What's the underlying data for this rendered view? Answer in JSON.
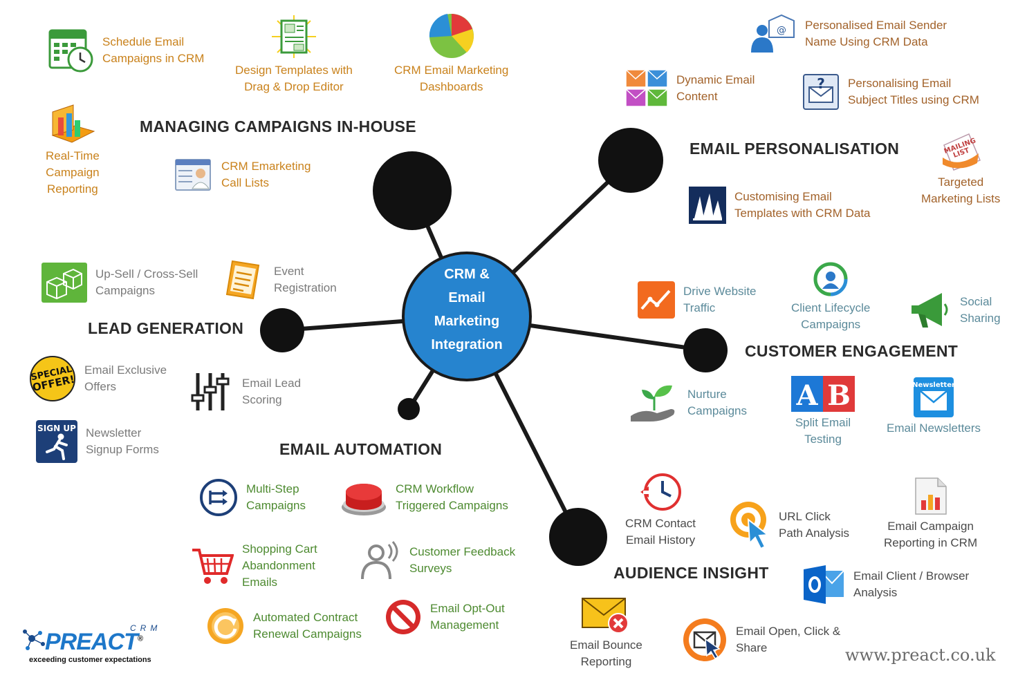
{
  "hub": {
    "label": "CRM &\nEmail\nMarketing\nIntegration"
  },
  "colors": {
    "hub": "#2684cf",
    "node": "#111111",
    "heading": "#2b2b2b"
  },
  "headings": {
    "managing": "MANAGING CAMPAIGNS  IN-HOUSE",
    "personalisation": "EMAIL PERSONALISATION",
    "lead": "LEAD GENERATION",
    "engagement": "CUSTOMER ENGAGEMENT",
    "automation": "EMAIL AUTOMATION",
    "insight": "AUDIENCE INSIGHT"
  },
  "items": {
    "schedule": {
      "label": "Schedule Email\nCampaigns in CRM",
      "icon": "calendar-clock-icon"
    },
    "design": {
      "label": "Design Templates with\nDrag & Drop Editor",
      "icon": "template-editor-icon"
    },
    "dashboards": {
      "label": "CRM Email Marketing\nDashboards",
      "icon": "pie-chart-icon"
    },
    "realtime": {
      "label": "Real-Time\nCampaign\nReporting",
      "icon": "bar-chart-3d-icon"
    },
    "calllists": {
      "label": "CRM Emarketing\nCall Lists",
      "icon": "contact-list-icon"
    },
    "sender": {
      "label": "Personalised Email Sender\nName Using CRM Data",
      "icon": "user-email-icon"
    },
    "dynamic": {
      "label": "Dynamic Email\nContent",
      "icon": "envelopes-icon"
    },
    "subject": {
      "label": "Personalising Email\nSubject Titles using CRM",
      "icon": "question-envelope-icon"
    },
    "customising": {
      "label": "Customising Email\nTemplates with CRM Data",
      "icon": "dynamics-logo-icon"
    },
    "targeted": {
      "label": "Targeted\nMarketing Lists",
      "icon": "mailing-list-icon"
    },
    "upsell": {
      "label": "Up-Sell / Cross-Sell\nCampaigns",
      "icon": "boxes-icon"
    },
    "event": {
      "label": "Event\nRegistration",
      "icon": "form-icon"
    },
    "exclusive": {
      "label": "Email Exclusive\nOffers",
      "icon": "special-offer-icon"
    },
    "scoring": {
      "label": "Email Lead\nScoring",
      "icon": "sliders-icon"
    },
    "newsletter_forms": {
      "label": "Newsletter\nSignup Forms",
      "icon": "signup-icon"
    },
    "drive": {
      "label": "Drive Website\nTraffic",
      "icon": "trend-chart-icon"
    },
    "lifecycle": {
      "label": "Client Lifecycle\nCampaigns",
      "icon": "lifecycle-icon"
    },
    "social": {
      "label": "Social\nSharing",
      "icon": "megaphone-icon"
    },
    "nurture": {
      "label": "Nurture\nCampaigns",
      "icon": "plant-hand-icon"
    },
    "split": {
      "label": "Split Email\nTesting",
      "icon": "ab-test-icon"
    },
    "newsletters": {
      "label": "Email Newsletters",
      "icon": "newsletter-icon"
    },
    "multistep": {
      "label": "Multi-Step\nCampaigns",
      "icon": "workflow-icon"
    },
    "workflow": {
      "label": "CRM Workflow\nTriggered Campaigns",
      "icon": "red-button-icon"
    },
    "cart": {
      "label": "Shopping Cart\nAbandonment\nEmails",
      "icon": "shopping-cart-icon"
    },
    "feedback": {
      "label": "Customer Feedback\nSurveys",
      "icon": "user-voice-icon"
    },
    "renewal": {
      "label": "Automated Contract\nRenewal Campaigns",
      "icon": "renew-icon"
    },
    "optout": {
      "label": "Email Opt-Out\nManagement",
      "icon": "no-entry-icon"
    },
    "history": {
      "label": "CRM Contact\nEmail History",
      "icon": "history-clock-icon"
    },
    "urlclick": {
      "label": "URL Click\nPath Analysis",
      "icon": "target-cursor-icon"
    },
    "reporting": {
      "label": "Email Campaign\nReporting in CRM",
      "icon": "report-chart-icon"
    },
    "client": {
      "label": "Email Client / Browser\nAnalysis",
      "icon": "outlook-icon"
    },
    "bounce": {
      "label": "Email Bounce\nReporting",
      "icon": "bounce-envelope-icon"
    },
    "openclick": {
      "label": "Email Open, Click &\nShare",
      "icon": "email-click-icon"
    }
  },
  "logo": {
    "crm": "CRM",
    "name": "PREACT",
    "reg": "®",
    "tagline": "exceeding customer expectations"
  },
  "website": "www.preact.co.uk"
}
